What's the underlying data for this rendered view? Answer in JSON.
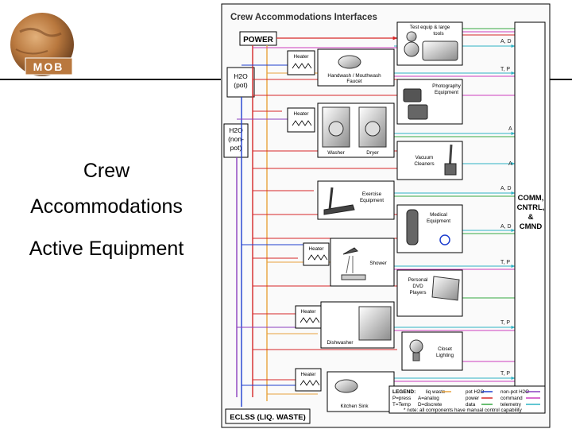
{
  "slide": {
    "title_line1": "Crew",
    "title_line2": "Accommodations",
    "subtitle": "Active Equipment",
    "logo_text": "MOB"
  },
  "diagram": {
    "title": "Crew Accommodations Interfaces",
    "power": "POWER",
    "h2o_pot": [
      "H2O",
      "(pot)"
    ],
    "h2o_nonpot": [
      "H2O",
      "(non-",
      "pot)"
    ],
    "ecls": "ECLSS (LIQ. WASTE)",
    "comm": [
      "COMM,",
      "CNTRL,",
      "&",
      "CMND"
    ],
    "heater": "Heater",
    "equipment": {
      "test_equip": [
        "Test equip & large",
        "tools"
      ],
      "handwash": [
        "Handwash / Mouthwash",
        "Faucet"
      ],
      "photography": [
        "Photography",
        "Equipment"
      ],
      "washer": "Washer",
      "dryer": "Dryer",
      "vacuum": [
        "Vacuum",
        "Cleaners"
      ],
      "exercise": [
        "Exercise",
        "Equipment"
      ],
      "medical": [
        "Medical",
        "Equipment"
      ],
      "shower": "Shower",
      "dvd": [
        "Personal",
        "DVD",
        "Players"
      ],
      "dishwasher": "Dishwasher",
      "closet": [
        "Closet",
        "Lighting"
      ],
      "kitchen_sink": "Kitchen Sink"
    },
    "signal_labels": [
      "A, D",
      "T, P",
      "A",
      "A",
      "A, D",
      "A, D",
      "T, P",
      "T, P",
      "T, P"
    ],
    "legend": {
      "title": "LEGEND:",
      "rows": [
        [
          "P=press",
          "A=analog",
          "power",
          "command"
        ],
        [
          "T=Temp",
          "D=discrete",
          "data",
          "telemetry"
        ]
      ],
      "items": [
        "liq waste",
        "pot H2O",
        "non-pot H2O"
      ],
      "note": "* note: all components have manual control capability"
    },
    "colors": {
      "power": "#d62728",
      "pot_h2o": "#1f3fcf",
      "nonpot_h2o": "#8a3fbf",
      "liq_waste": "#e8a33d",
      "data": "#35a843",
      "command": "#cc3fbf",
      "telemetry": "#2fb3c4",
      "mars": "#b9783e"
    }
  }
}
